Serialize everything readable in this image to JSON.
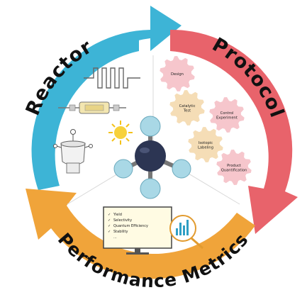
{
  "segments": {
    "reactor": {
      "label": "Reactor",
      "color": "#3db4d6"
    },
    "protocol": {
      "label": "Protocol",
      "color": "#e8636b"
    },
    "performance": {
      "label": "Performance Metrics",
      "color": "#f0a43a"
    }
  },
  "protocol_steps": [
    {
      "lines": [
        "Design"
      ],
      "color": "#f6c6cc"
    },
    {
      "lines": [
        "Catalytic",
        "Test"
      ],
      "color": "#f5ddb6"
    },
    {
      "lines": [
        "Control",
        "Experiment"
      ],
      "color": "#f6c6cc"
    },
    {
      "lines": [
        "Isotopic",
        "Labeling"
      ],
      "color": "#f5ddb6"
    },
    {
      "lines": [
        "Product",
        "Quantification"
      ],
      "color": "#f6c6cc"
    }
  ],
  "metrics": {
    "items": [
      "Yield",
      "Selectivity",
      "Quantum Efficiency",
      "Stability",
      "..."
    ]
  },
  "icons": [
    "flow-coil-reactor-icon",
    "tubular-reactor-icon",
    "batch-reactor-icon",
    "sun-icon",
    "molecule-icon",
    "monitor-icon",
    "magnifier-chart-icon"
  ]
}
